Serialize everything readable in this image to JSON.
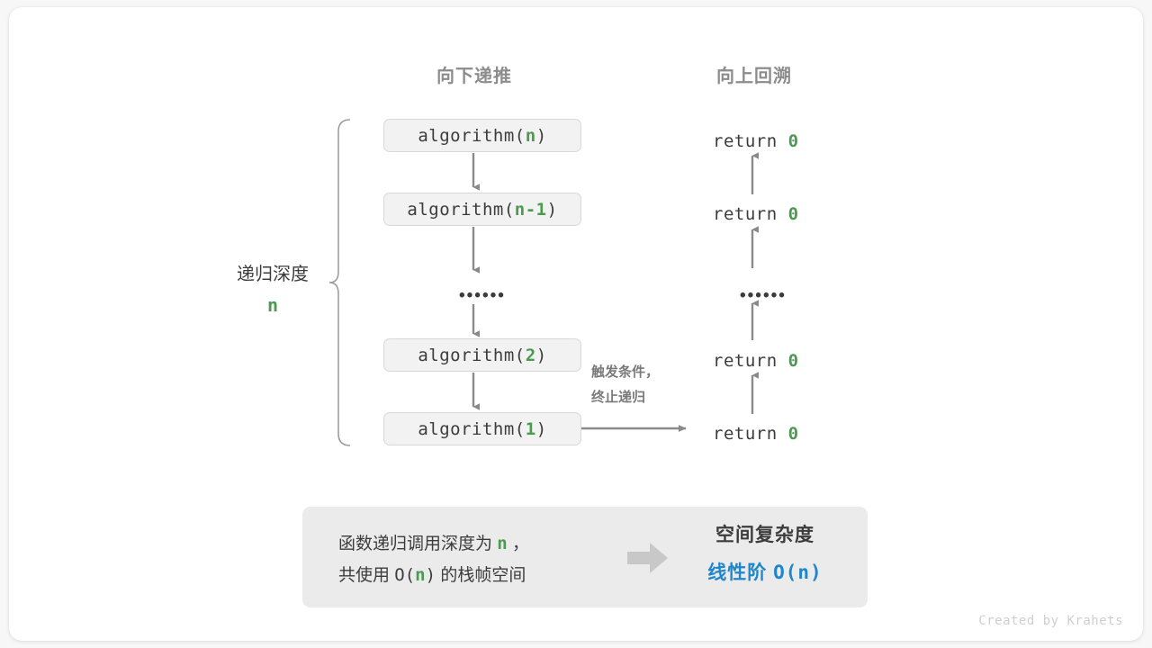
{
  "headers": {
    "descend": "向下递推",
    "ascend": "向上回溯"
  },
  "call_stack": [
    {
      "prefix": "algorithm(",
      "arg": "n",
      "suffix": ")"
    },
    {
      "prefix": "algorithm(",
      "arg": "n-1",
      "suffix": ")"
    },
    {
      "prefix": "algorithm(",
      "arg": "2",
      "suffix": ")"
    },
    {
      "prefix": "algorithm(",
      "arg": "1",
      "suffix": ")"
    }
  ],
  "returns": [
    {
      "keyword": "return",
      "value": "0"
    },
    {
      "keyword": "return",
      "value": "0"
    },
    {
      "keyword": "return",
      "value": "0"
    },
    {
      "keyword": "return",
      "value": "0"
    }
  ],
  "ellipsis": "••••••",
  "depth": {
    "label": "递归深度",
    "value": "n"
  },
  "trigger_note": {
    "line1": "触发条件，",
    "line2": "终止递归"
  },
  "summary": {
    "left_line1_a": "函数递归调用深度为 ",
    "left_line1_n": "n",
    "left_line1_b": " ，",
    "left_line2_a": "共使用 ",
    "left_line2_o": "O(",
    "left_line2_n": "n",
    "left_line2_c": ")",
    "left_line2_b": " 的栈帧空间",
    "arrow_icon": "right-block-arrow",
    "right_title": "空间复杂度",
    "right_value_cn": "线性阶 ",
    "right_value_mo": "O(n)"
  },
  "credit": "Created by Krahets",
  "colors": {
    "accent_green": "#4a9a50",
    "accent_blue": "#1e86cc",
    "text": "#3c3c3c",
    "muted": "#8c8c8c",
    "box_fill": "#f2f2f2",
    "panel_fill": "#ebebeb",
    "stroke": "#8a8a8a"
  }
}
